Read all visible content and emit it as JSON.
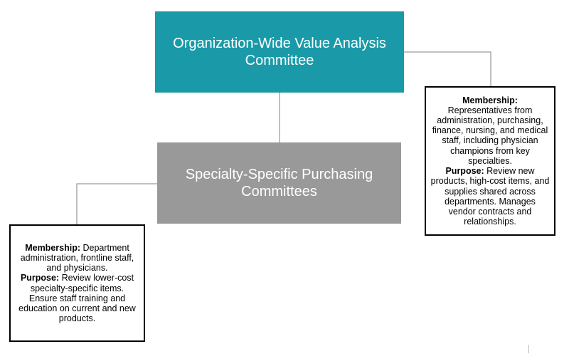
{
  "nodes": {
    "main": {
      "label": "Organization-Wide Value Analysis Committee",
      "color": "#1a9aa8"
    },
    "sub": {
      "label": "Specialty-Specific Purchasing Committees",
      "color": "#999999"
    }
  },
  "notes": {
    "right": {
      "membership_heading": "Membership:",
      "membership_text": "Representatives from administration, purchasing, finance, nursing, and medical staff, including physician champions from key specialties.",
      "purpose_heading": "Purpose:",
      "purpose_text": "Review new products, high-cost items, and supplies shared across departments. Manages vendor contracts and relationships."
    },
    "left": {
      "membership_heading": "Membership:",
      "membership_text": "Department administration, frontline staff, and physicians.",
      "purpose_heading": "Purpose:",
      "purpose_text": "Review lower-cost specialty-specific items. Ensure staff training and education on current and new products."
    }
  }
}
